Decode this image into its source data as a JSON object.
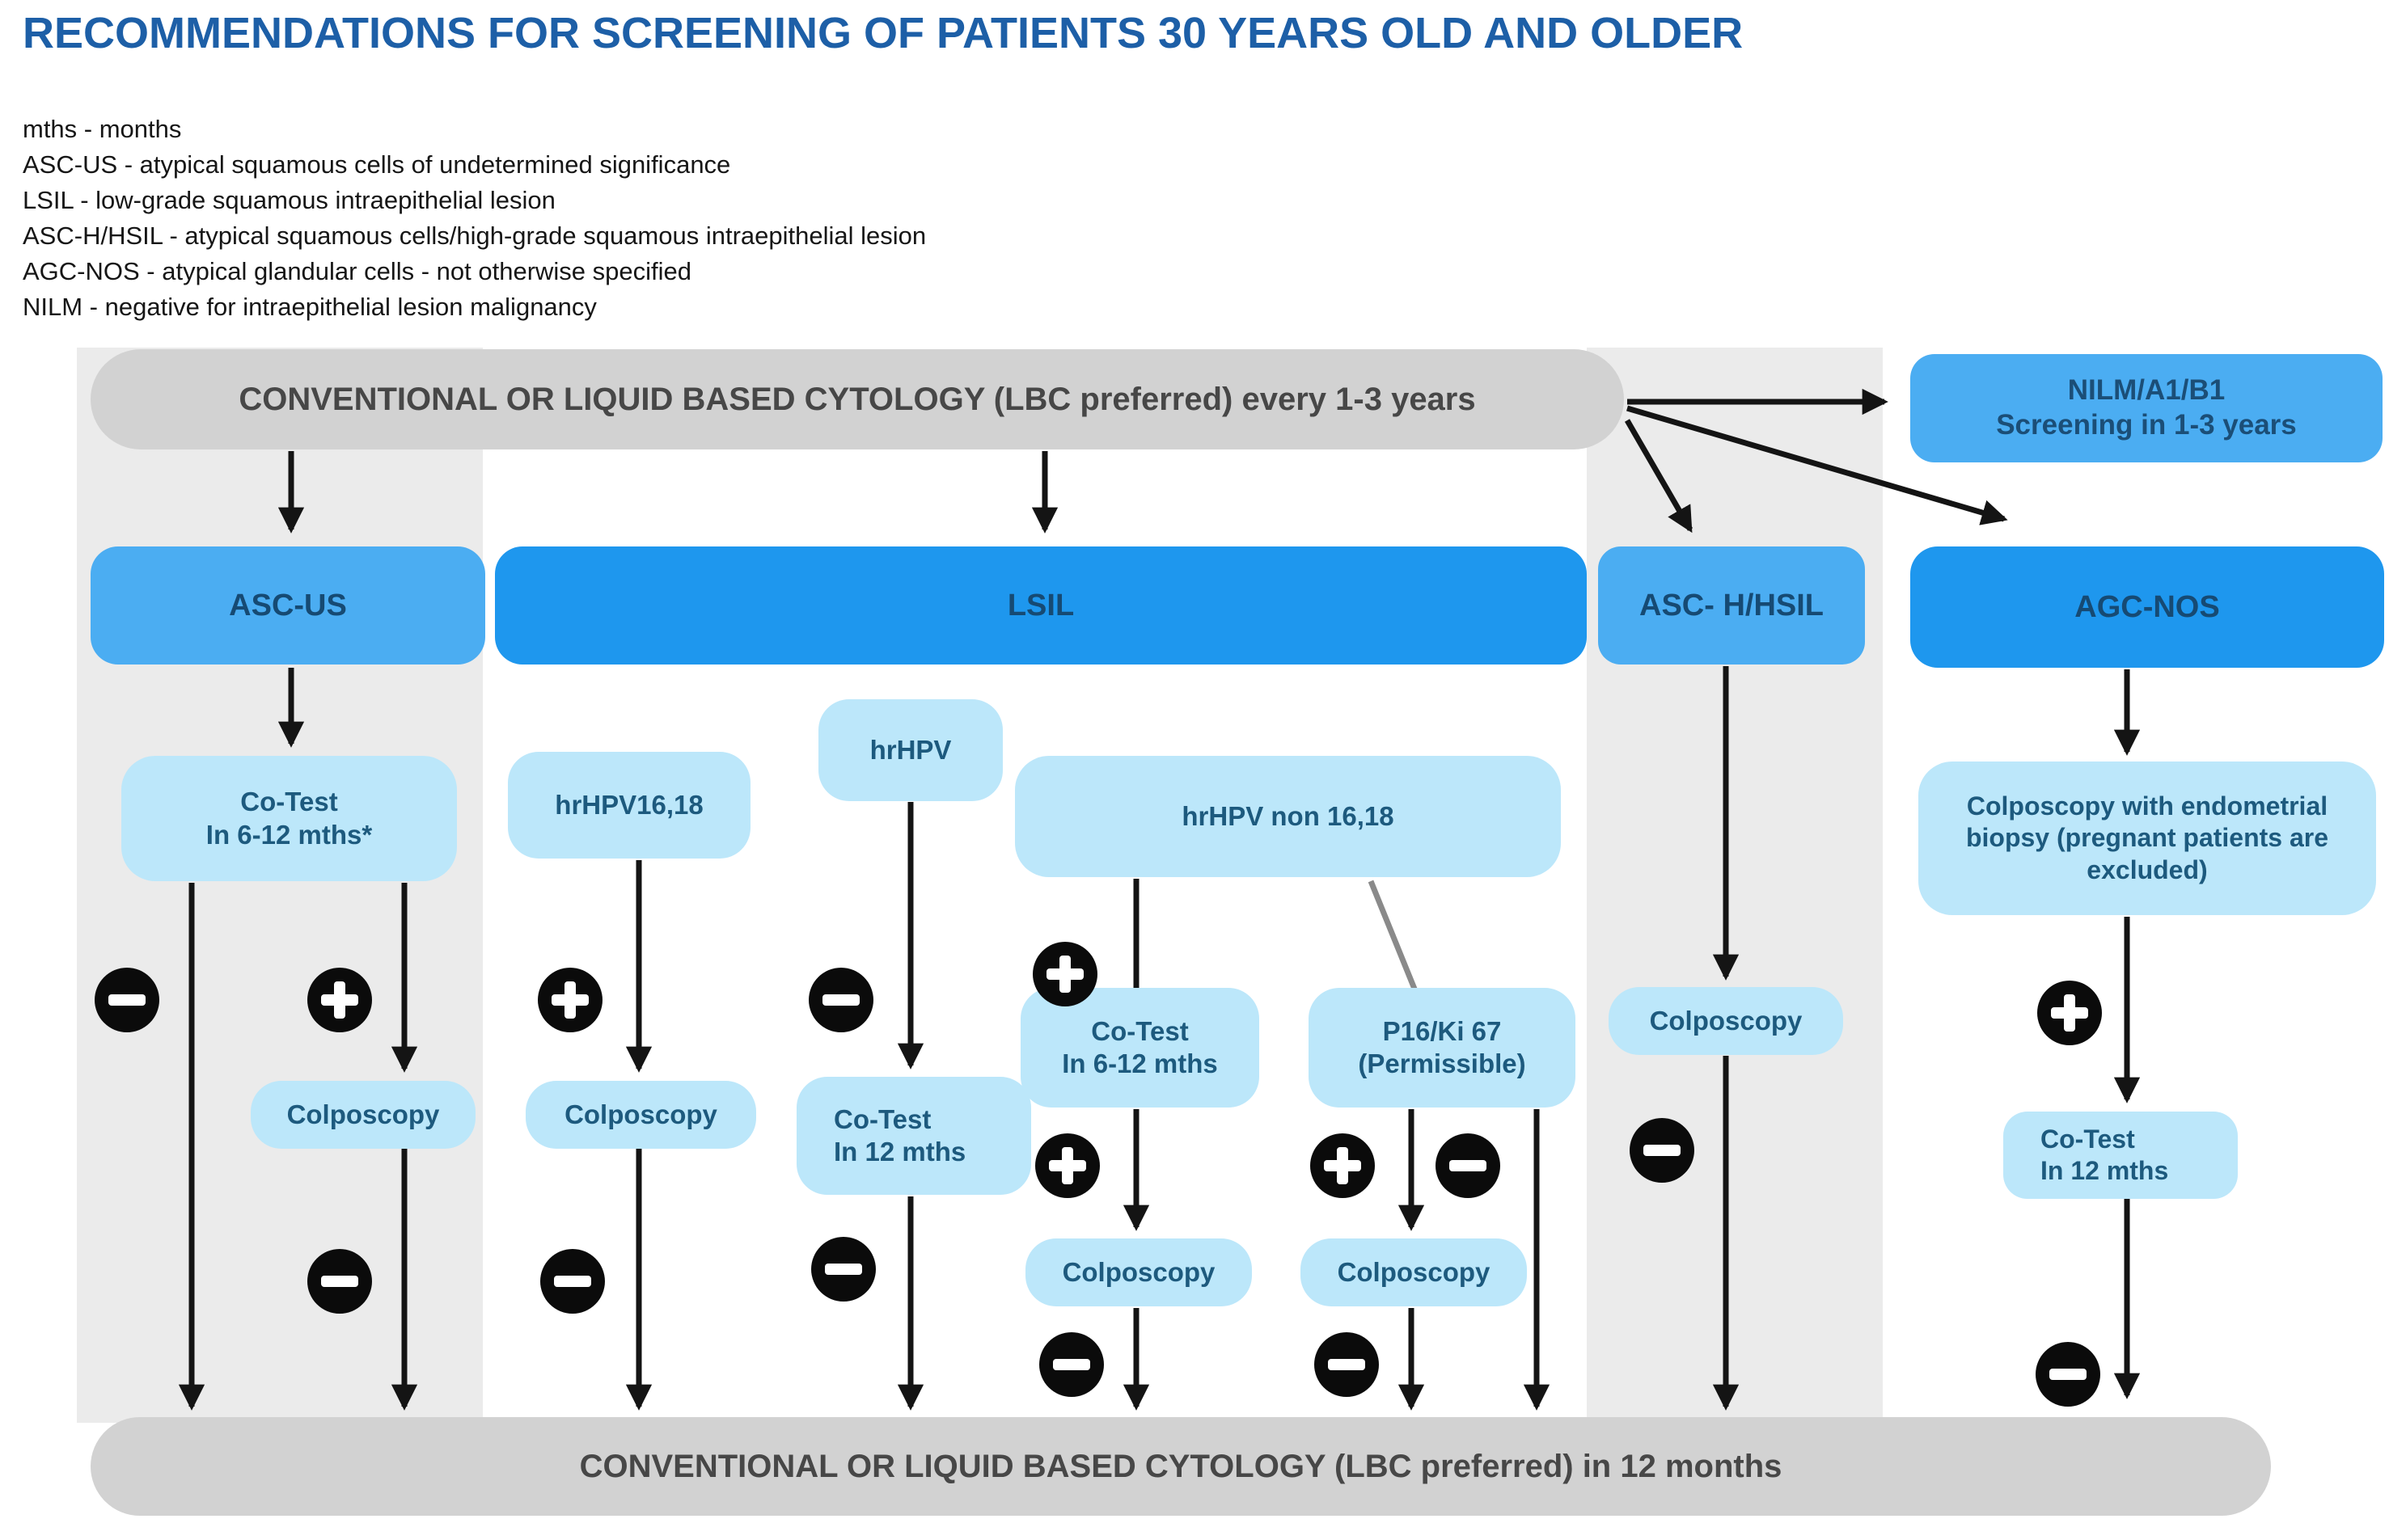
{
  "title": "RECOMMENDATIONS FOR SCREENING OF PATIENTS 30 YEARS OLD AND OLDER",
  "legend": {
    "items": [
      "mths - months",
      "ASC-US - atypical squamous cells of undetermined significance",
      "LSIL - low-grade squamous intraepithelial lesion",
      "ASC-H/HSIL - atypical squamous cells/high-grade squamous intraepithelial lesion",
      "AGC-NOS - atypical glandular cells - not otherwise specified",
      "NILM - negative for intraepithelial lesion malignancy"
    ]
  },
  "flow": {
    "top_box": "CONVENTIONAL OR LIQUID BASED CYTOLOGY (LBC preferred) every 1-3 years",
    "nilm_box": "NILM/A1/B1\nScreening in 1-3 years",
    "asc_us": "ASC-US",
    "lsil": "LSIL",
    "asc_h_hsil": "ASC- H/HSIL",
    "agc_nos": "AGC-NOS",
    "cotest_6_12_star": "Co-Test\nIn 6-12 mths*",
    "hrhpv_16_18": "hrHPV16,18",
    "hrhpv": "hrHPV",
    "hrhpv_non_16_18": "hrHPV non 16,18",
    "cotest_6_12": "Co-Test\nIn 6-12 mths",
    "cotest_12": "Co-Test\nIn 12 mths",
    "p16_ki67": "P16/Ki 67\n(Permissible)",
    "colposcopy": "Colposcopy",
    "colposcopy_endometrial": "Colposcopy with endometrial\nbiopsy (pregnant patients are\nexcluded)",
    "bottom_box": "CONVENTIONAL OR LIQUID BASED CYTOLOGY (LBC preferred) in 12 months"
  },
  "icons": {
    "plus": "plus-in-black-circle",
    "minus": "minus-in-black-circle"
  },
  "colors": {
    "title_blue": "#1d5fa7",
    "bar_gray": "#d2d2d2",
    "strip_gray": "#ebebeb",
    "box_blue_medium": "#4badf2",
    "box_blue_dark": "#1e97ee",
    "box_blue_light": "#bce7fa",
    "text_navy": "#164a73",
    "arrow_black": "#141414",
    "arrow_gray": "#8a8a8a"
  }
}
